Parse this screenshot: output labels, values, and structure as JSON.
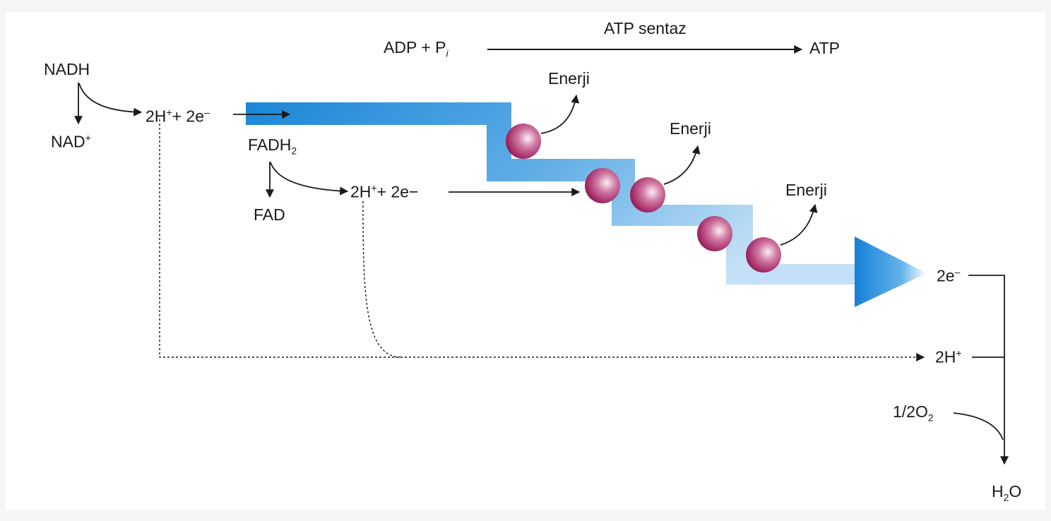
{
  "colors": {
    "chain_dark": "#1a86d8",
    "chain_light": "#a9d3f2",
    "complex_fill": "#b0306f",
    "line": "#1a1a1a"
  },
  "labels": {
    "adp": "ADP + P",
    "adp_sub": "i",
    "atp_synthase": "ATP sentaz",
    "atp": "ATP",
    "nadh": "NADH",
    "nad": "NAD",
    "nad_sup": "+",
    "h_nadh_pre": "2H",
    "h_nadh_sup": "+",
    "e_nadh": "+ 2e",
    "e_nadh_sup": "–",
    "fadh2": "FADH",
    "fadh2_sub": "2",
    "fad": "FAD",
    "h_fadh_pre": "2H",
    "h_fadh_sup": "+",
    "e_fadh": "+ 2e−",
    "energy_1": "Enerji",
    "energy_2": "Enerji",
    "energy_3": "Enerji",
    "e_end": "2e",
    "e_end_sup": "–",
    "h_end": "2H",
    "h_end_sup": "+",
    "oxygen": "1/2O",
    "oxygen_sub": "2",
    "water_h": "H",
    "water_sub": "2",
    "water_o": "O"
  }
}
